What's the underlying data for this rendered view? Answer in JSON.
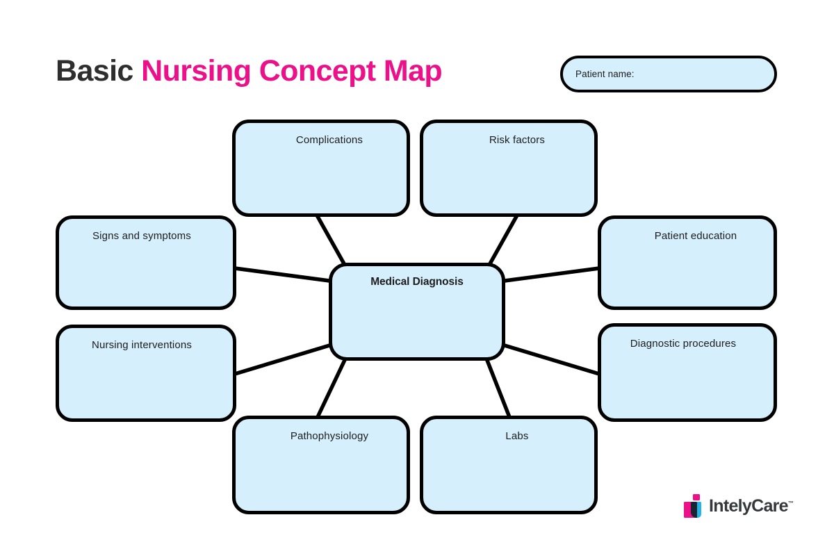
{
  "title": {
    "part_dark": "Basic",
    "part_accent": "Nursing Concept Map",
    "color_dark": "#2e2e2e",
    "color_accent": "#ec1089"
  },
  "patient_field": {
    "label": "Patient name:",
    "value": "",
    "placeholder": ""
  },
  "theme": {
    "node_fill": "#d6effc",
    "node_border": "#000000",
    "connector_color": "#000000",
    "background": "#ffffff"
  },
  "diagram": {
    "center": {
      "id": "medical-diagnosis",
      "label": "Medical Diagnosis"
    },
    "nodes": [
      {
        "id": "complications",
        "label": "Complications"
      },
      {
        "id": "risk-factors",
        "label": "Risk factors"
      },
      {
        "id": "signs-and-symptoms",
        "label": "Signs and symptoms"
      },
      {
        "id": "patient-education",
        "label": "Patient education"
      },
      {
        "id": "nursing-interventions",
        "label": "Nursing interventions"
      },
      {
        "id": "diagnostic-procedures",
        "label": "Diagnostic procedures"
      },
      {
        "id": "pathophysiology",
        "label": "Pathophysiology"
      },
      {
        "id": "labs",
        "label": "Labs"
      }
    ],
    "connections": [
      {
        "from": "medical-diagnosis",
        "to": "complications"
      },
      {
        "from": "medical-diagnosis",
        "to": "risk-factors"
      },
      {
        "from": "medical-diagnosis",
        "to": "signs-and-symptoms"
      },
      {
        "from": "medical-diagnosis",
        "to": "patient-education"
      },
      {
        "from": "medical-diagnosis",
        "to": "nursing-interventions"
      },
      {
        "from": "medical-diagnosis",
        "to": "diagnostic-procedures"
      },
      {
        "from": "medical-diagnosis",
        "to": "pathophysiology"
      },
      {
        "from": "medical-diagnosis",
        "to": "labs"
      }
    ]
  },
  "brand": {
    "name": "IntelyCare",
    "trademark": "™",
    "color_mark_pink": "#ec1089",
    "color_mark_cyan": "#23b4e8",
    "color_mark_dark": "#1b2430",
    "color_wordmark": "#33383d"
  }
}
